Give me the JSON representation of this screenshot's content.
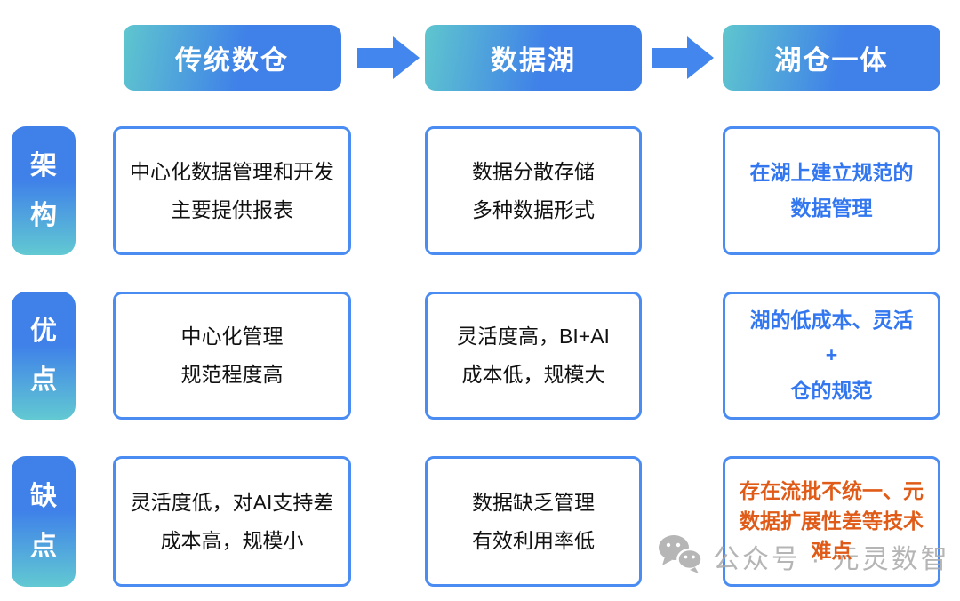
{
  "colors": {
    "header_gradient_start": "#5fc6ce",
    "header_gradient_end": "#3f80e9",
    "label_gradient_top": "#3f81e9",
    "label_gradient_bottom": "#62c9d2",
    "cell_border": "#4a8cf2",
    "arrow_blue": "#4286ee",
    "text_black": "#111111",
    "text_blue": "#3377f0",
    "text_orange": "#e05b18",
    "watermark_gray": "#a9a9a9"
  },
  "header": {
    "columns": [
      {
        "label": "传统数仓"
      },
      {
        "label": "数据湖"
      },
      {
        "label": "湖仓一体"
      }
    ],
    "arrow_icon": "right-block-arrow"
  },
  "rows": [
    {
      "label": "架构",
      "cells": [
        {
          "style": "black",
          "lines": [
            "中心化数据管理和开发",
            "主要提供报表"
          ]
        },
        {
          "style": "black",
          "lines": [
            "数据分散存储",
            "多种数据形式"
          ]
        },
        {
          "style": "blue",
          "lines": [
            "在湖上建立规范的",
            "数据管理"
          ]
        }
      ]
    },
    {
      "label": "优点",
      "cells": [
        {
          "style": "black",
          "lines": [
            "中心化管理",
            "规范程度高"
          ]
        },
        {
          "style": "black",
          "lines": [
            "灵活度高，BI+AI",
            "成本低，规模大"
          ]
        },
        {
          "style": "blue",
          "lines": [
            "湖的低成本、灵活",
            "+",
            "仓的规范"
          ]
        }
      ]
    },
    {
      "label": "缺点",
      "cells": [
        {
          "style": "black",
          "lines": [
            "灵活度低，对AI支持差",
            "成本高，规模小"
          ]
        },
        {
          "style": "black",
          "lines": [
            "数据缺乏管理",
            "有效利用率低"
          ]
        },
        {
          "style": "orange",
          "lines": [
            "存在流批不统一、元",
            "数据扩展性差等技术",
            "难点"
          ]
        }
      ]
    }
  ],
  "watermark": {
    "icon": "wechat-icon",
    "text": "公众号 · 元灵数智"
  }
}
